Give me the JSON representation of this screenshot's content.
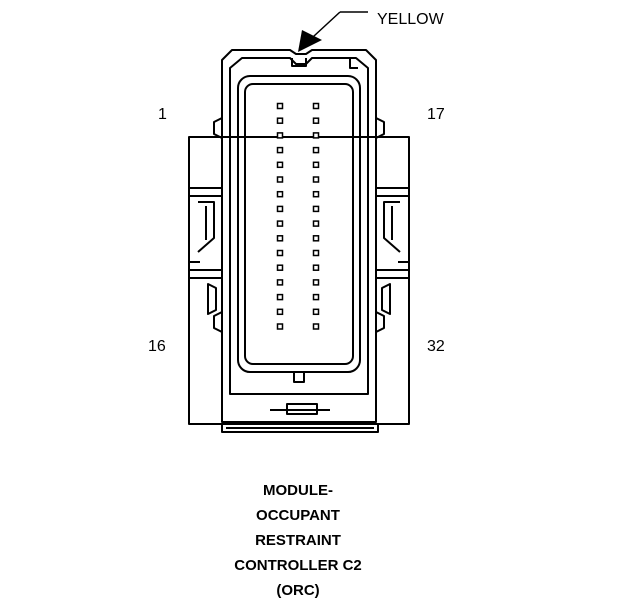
{
  "connector": {
    "wire_color_label": "YELLOW",
    "pin_labels": {
      "top_left": "1",
      "top_right": "17",
      "bottom_left": "16",
      "bottom_right": "32"
    },
    "pins_per_column": 16,
    "columns": 2
  },
  "caption": {
    "line1": "MODULE-",
    "line2": "OCCUPANT",
    "line3": "RESTRAINT",
    "line4": "CONTROLLER C2",
    "line5": "(ORC)"
  }
}
